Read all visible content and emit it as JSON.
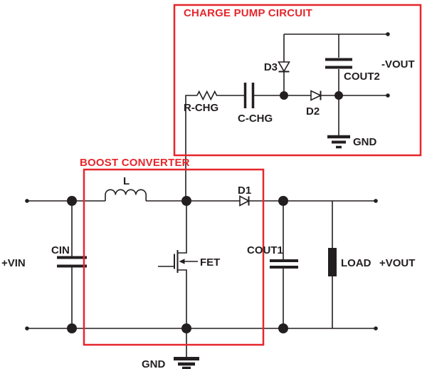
{
  "diagram": {
    "charge_pump": {
      "title": "CHARGE PUMP CIRCUIT",
      "labels": {
        "r_chg": "R-CHG",
        "c_chg": "C-CHG",
        "d3": "D3",
        "d2": "D2",
        "cout2": "COUT2",
        "neg_vout": "-VOUT",
        "gnd": "GND"
      }
    },
    "boost": {
      "title": "BOOST CONVERTER",
      "labels": {
        "l": "L",
        "d1": "D1",
        "fet": "FET",
        "gnd": "GND"
      }
    },
    "io": {
      "vin": "+VIN",
      "cin": "CIN",
      "cout1": "COUT1",
      "load": "LOAD",
      "pos_vout": "+VOUT"
    },
    "colors": {
      "accent_red": "#e6262b",
      "line_black": "#231f20",
      "background": "#ffffff"
    }
  }
}
